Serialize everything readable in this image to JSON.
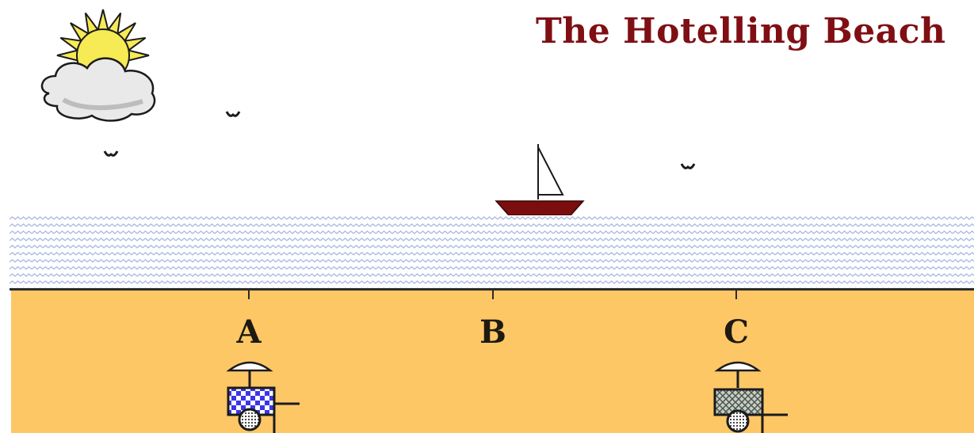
{
  "title": "The Hotelling Beach",
  "beach": {
    "locations": [
      {
        "id": "A",
        "label": "A",
        "has_vendor": true,
        "cart_pattern": "blue-checkered"
      },
      {
        "id": "B",
        "label": "B",
        "has_vendor": false
      },
      {
        "id": "C",
        "label": "C",
        "has_vendor": true,
        "cart_pattern": "gray-patterned"
      }
    ]
  },
  "colors": {
    "title": "#7f0f14",
    "sand": "#fdc766",
    "water_wave": "#a9b9e3",
    "boat_hull": "#7a0d0d",
    "sun": "#f6ea55",
    "cart_a": "#3a36e8",
    "cart_c": "#9aa29a"
  },
  "icons": [
    "sun-behind-cloud-icon",
    "seagull-icon",
    "sailboat-icon",
    "ice-cream-cart-icon"
  ]
}
